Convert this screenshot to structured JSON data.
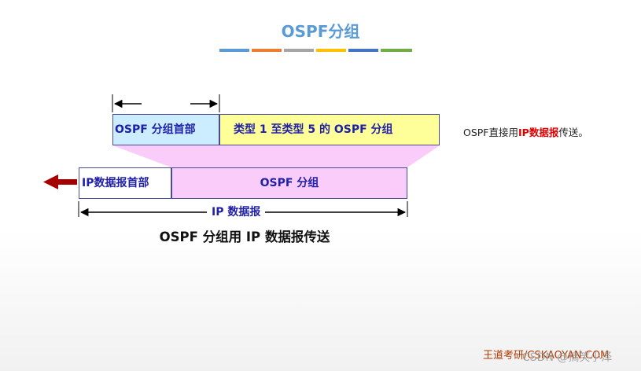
{
  "title": "OSPF分组",
  "accent_bars": [
    "#5b9bd5",
    "#ed7d31",
    "#a5a5a5",
    "#ffc000",
    "#4472c4",
    "#70ad47"
  ],
  "ospf_packet": {
    "header_label": "OSPF 分组首部",
    "body_label": "类型 1 至类型 5 的 OSPF 分组"
  },
  "ip_datagram": {
    "header_label": "IP数据报首部",
    "body_label": "OSPF 分组",
    "span_label": "IP 数据报"
  },
  "note": {
    "prefix": "OSPF直接用",
    "highlight": "IP数据报",
    "suffix": "传送。"
  },
  "caption": "OSPF 分组用 IP 数据报传送",
  "brand": "王道考研/CSKAOYAN.COM",
  "watermark": "CSDN @搞笑小泽",
  "colors": {
    "header_blue": "#ccecff",
    "body_yellow": "#ffff99",
    "body_pink": "#f9ccf9",
    "arrow_red": "#a50000",
    "label_blue": "#1f1fa8",
    "note_red": "#e00000"
  }
}
